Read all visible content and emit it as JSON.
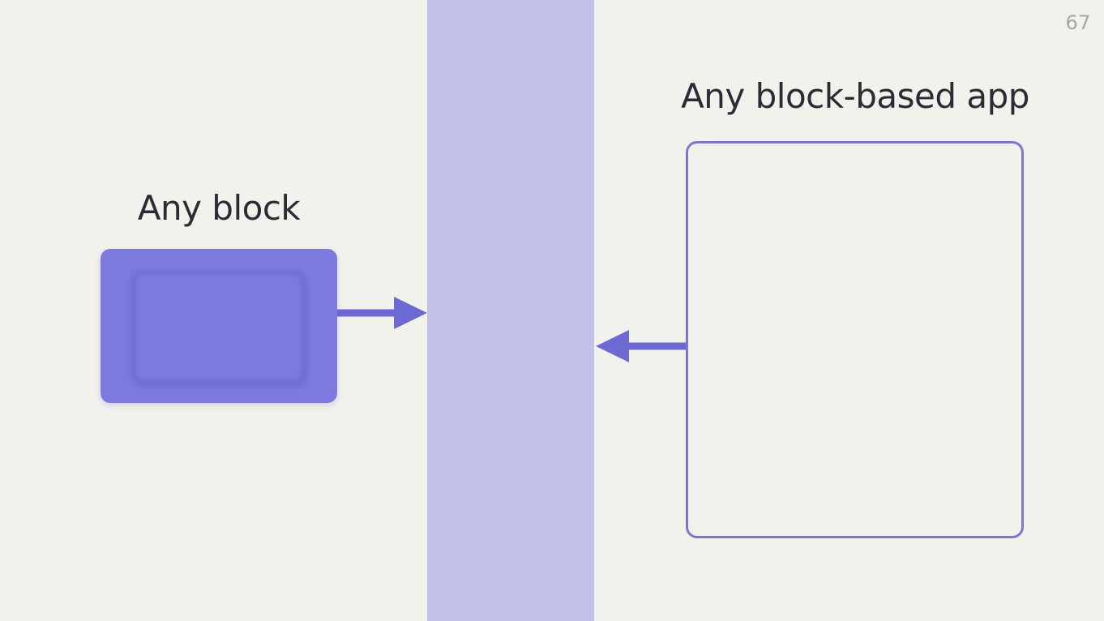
{
  "slide": {
    "page_number": "67",
    "left_title": "Any block",
    "right_title": "Any block-based app"
  },
  "icons": {
    "arrow_right": "arrow-right-icon",
    "arrow_left": "arrow-left-icon"
  },
  "colors": {
    "background": "#f2f2ed",
    "band": "#c2c1e8",
    "block_fill": "#7d79de",
    "arrow": "#6d69d3",
    "app_box_border": "#7b77cf",
    "title_text": "#2b2b36",
    "page_number": "#a6a6a6"
  }
}
